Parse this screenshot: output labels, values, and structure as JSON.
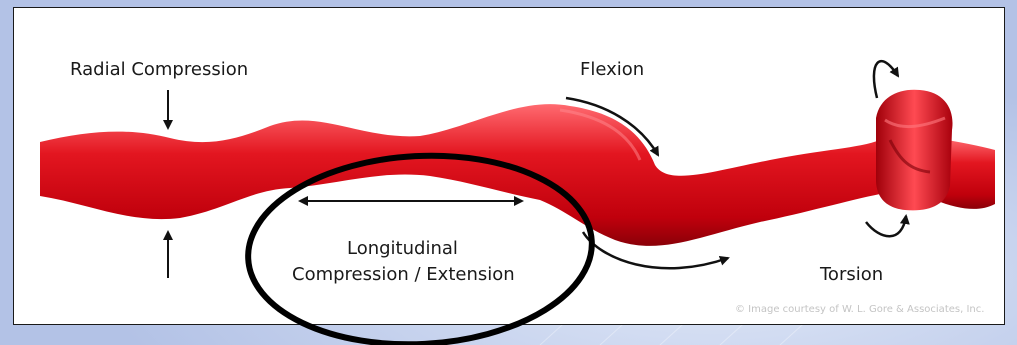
{
  "labels": {
    "radial": "Radial Compression",
    "flexion": "Flexion",
    "longitudinal_line1": "Longitudinal",
    "longitudinal_line2": "Compression / Extension",
    "torsion": "Torsion",
    "credit": "© Image courtesy of W. L. Gore & Associates, Inc."
  },
  "colors": {
    "vessel": "#e0101a",
    "vessel_dark": "#8a0008",
    "vessel_light": "#ff5058",
    "annotation_ring": "#000000",
    "background": "#b3c2e6"
  }
}
